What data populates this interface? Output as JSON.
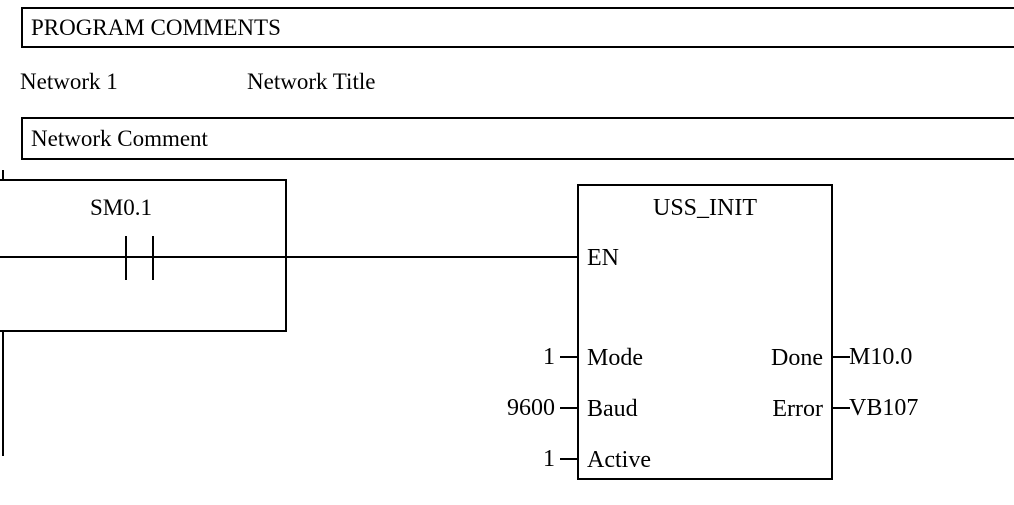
{
  "header": {
    "program_comments": "PROGRAM COMMENTS",
    "network_label": "Network 1",
    "network_title": "Network Title",
    "network_comment": "Network Comment"
  },
  "ladder": {
    "contact": {
      "operand": "SM0.1",
      "type": "normally-open-contact"
    },
    "block": {
      "title": "USS_INIT",
      "enable_pin": "EN",
      "inputs": [
        {
          "pin": "Mode",
          "value": "1"
        },
        {
          "pin": "Baud",
          "value": "9600"
        },
        {
          "pin": "Active",
          "value": "1"
        }
      ],
      "outputs": [
        {
          "pin": "Done",
          "value": "M10.0"
        },
        {
          "pin": "Error",
          "value": "VB107"
        }
      ]
    }
  },
  "colors": {
    "background": "#ffffff",
    "line": "#000000",
    "text": "#000000"
  }
}
